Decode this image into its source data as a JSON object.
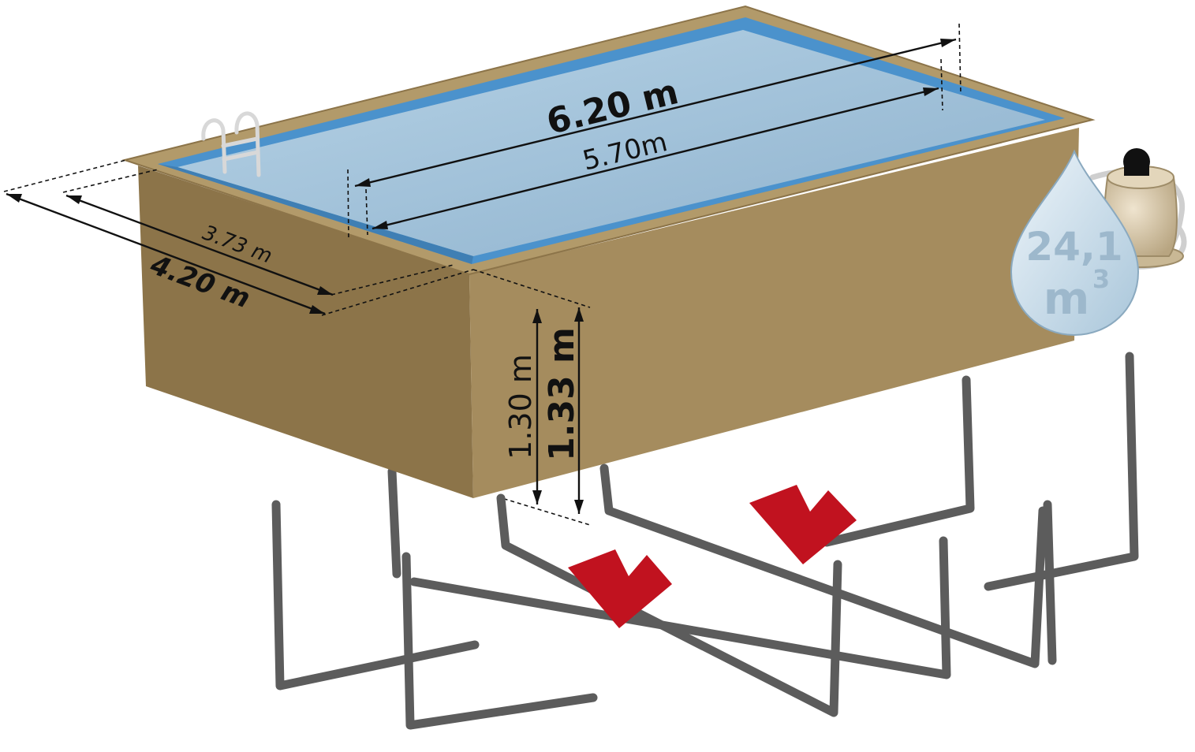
{
  "dimensions": {
    "outer_length": "6.20 m",
    "inner_length": "5.70m",
    "inner_width": "3.73 m",
    "outer_width": "4.20 m",
    "inner_height": "1.30 m",
    "outer_height": "1.33 m"
  },
  "volume": {
    "value": "24,1",
    "unit": "m",
    "exponent": "3"
  },
  "colors": {
    "wood_front": "#8c7449",
    "wood_side": "#a58c5e",
    "wood_top": "#b29a6a",
    "water": "#9bbdd6",
    "liner": "#4b92cc",
    "frame": "#5a5a5a",
    "arrow": "#c1121f",
    "drop": "#c7dbe8"
  }
}
